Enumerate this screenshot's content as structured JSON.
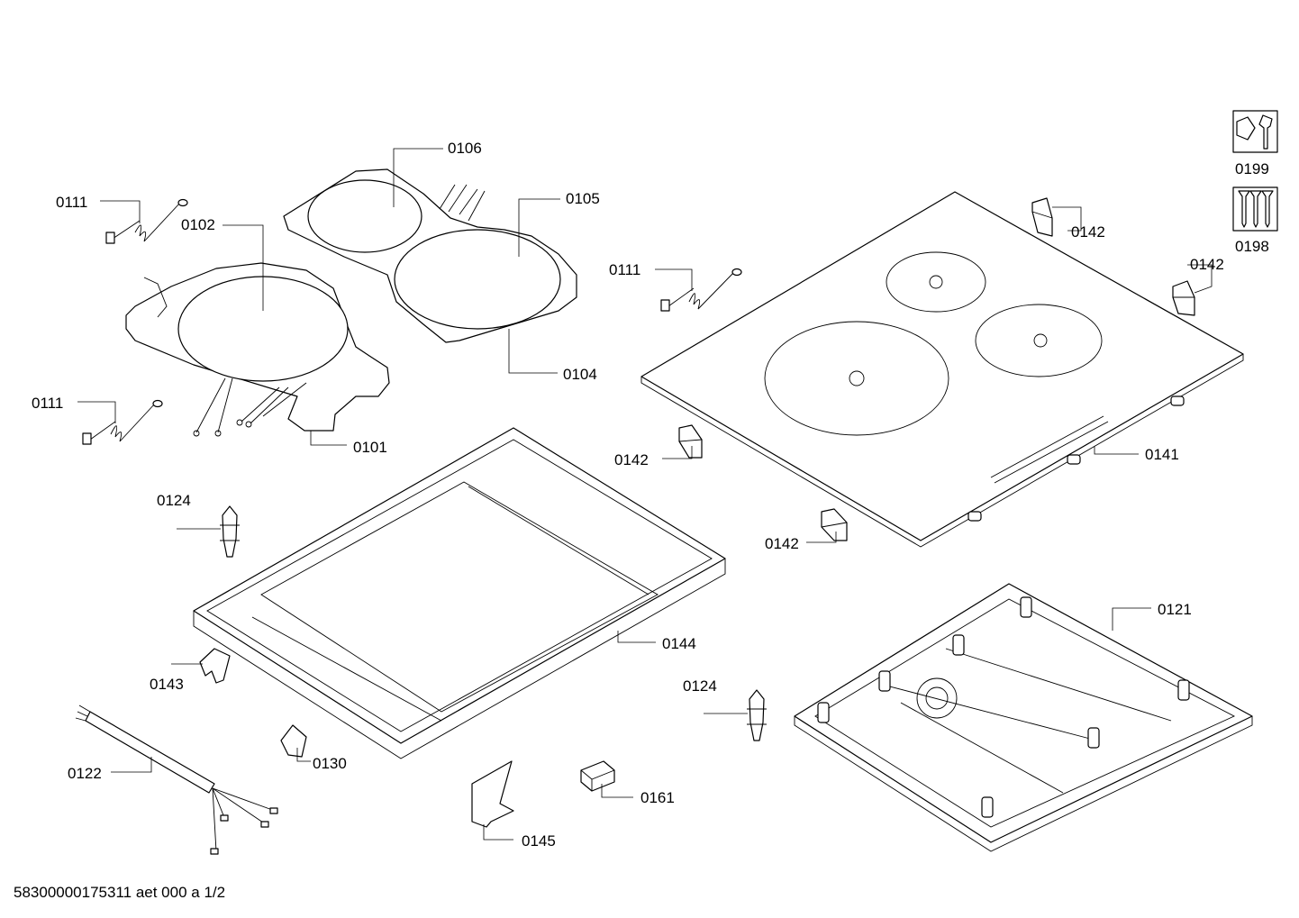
{
  "labels": {
    "p0106": "0106",
    "p0105": "0105",
    "p0111a": "0111",
    "p0102": "0102",
    "p0111b": "0111",
    "p0104": "0104",
    "p0111c": "0111",
    "p0101": "0101",
    "p0142a": "0142",
    "p0142b": "0142",
    "p0142c": "0142",
    "p0142d": "0142",
    "p0141": "0141",
    "p0124a": "0124",
    "p0144": "0144",
    "p0143": "0143",
    "p0124b": "0124",
    "p0121": "0121",
    "p0122": "0122",
    "p0130": "0130",
    "p0161": "0161",
    "p0145": "0145",
    "p0199": "0199",
    "p0198": "0198"
  },
  "icons": {
    "service_tool": "wrench-icon",
    "screws": "screws-icon"
  },
  "footer": {
    "document_code": "58300000175311 aet 000 a 1/2"
  }
}
